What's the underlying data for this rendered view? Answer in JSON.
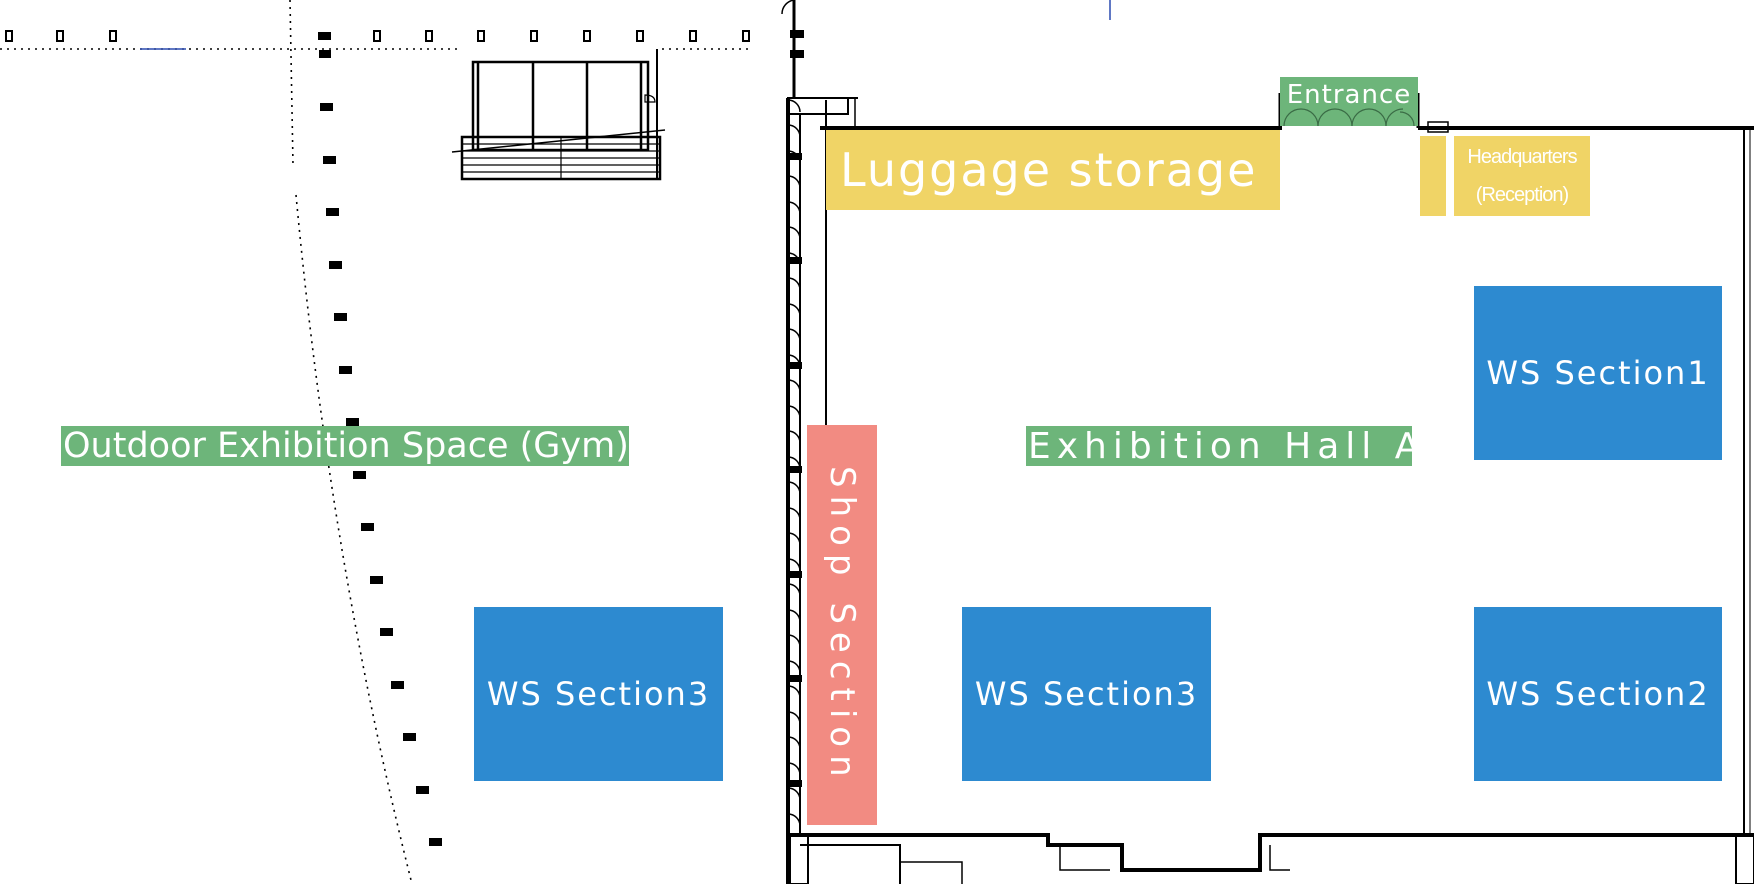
{
  "colors": {
    "green": "#6db57a",
    "yellow": "#f0d466",
    "blue": "#2d8ad0",
    "red": "#f28b82",
    "line": "#000000"
  },
  "areas": {
    "outdoor": "Outdoor Exhibition Space (Gym)",
    "hall": "Exhibition Hall A",
    "entrance": "Entrance"
  },
  "zones": {
    "luggage": "Luggage storage",
    "headquarters_line1": "Headquarters",
    "headquarters_line2": "(Reception)",
    "shop": "Shop Section"
  },
  "workshops": {
    "ws1": "WS Section1",
    "ws2": "WS Section2",
    "ws3_hall": "WS Section3",
    "ws3_outdoor": "WS Section3"
  }
}
